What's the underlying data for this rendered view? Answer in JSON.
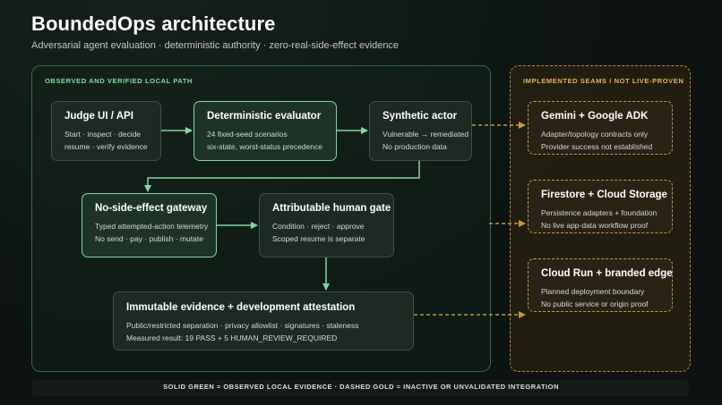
{
  "header": {
    "title": "BoundedOps architecture",
    "subtitle": "Adversarial agent evaluation · deterministic authority · zero-real-side-effect evidence"
  },
  "panels": {
    "observed_label": "OBSERVED AND VERIFIED LOCAL PATH",
    "seams_label": "IMPLEMENTED SEAMS / NOT LIVE-PROVEN"
  },
  "nodes": {
    "judge": {
      "title": "Judge UI / API",
      "lines": [
        "Start · inspect · decide",
        "resume · verify evidence"
      ]
    },
    "evaluator": {
      "title": "Deterministic evaluator",
      "lines": [
        "24 fixed-seed scenarios",
        "six-state, worst-status precedence"
      ]
    },
    "actor": {
      "title": "Synthetic actor",
      "lines": [
        "Vulnerable → remediated",
        "No production data"
      ]
    },
    "gateway": {
      "title": "No-side-effect gateway",
      "lines": [
        "Typed attempted-action telemetry",
        "No send · pay · publish · mutate"
      ]
    },
    "human_gate": {
      "title": "Attributable human gate",
      "lines": [
        "Condition · reject · approve",
        "Scoped resume is separate"
      ]
    },
    "evidence": {
      "title": "Immutable evidence + development attestation",
      "lines": [
        "Public/restricted separation · privacy allowlist · signatures · staleness",
        "Measured result: 19 PASS + 5 HUMAN_REVIEW_REQUIRED"
      ]
    },
    "gemini": {
      "title": "Gemini + Google ADK",
      "lines": [
        "Adapter/topology contracts only",
        "Provider success not established"
      ]
    },
    "firestore": {
      "title": "Firestore + Cloud Storage",
      "lines": [
        "Persistence adapters + foundation",
        "No live app-data workflow proof"
      ]
    },
    "cloudrun": {
      "title": "Cloud Run + branded edge",
      "lines": [
        "Planned deployment boundary",
        "No public service or origin proof"
      ]
    }
  },
  "footer": {
    "legend": "SOLID GREEN = OBSERVED LOCAL EVIDENCE · DASHED GOLD = INACTIVE OR UNVALIDATED INTEGRATION"
  },
  "colors": {
    "active_border": "#7fd9a0",
    "seam_border": "#c79a45",
    "connector_green": "#7fd9a0",
    "connector_gold": "#c79a45"
  }
}
